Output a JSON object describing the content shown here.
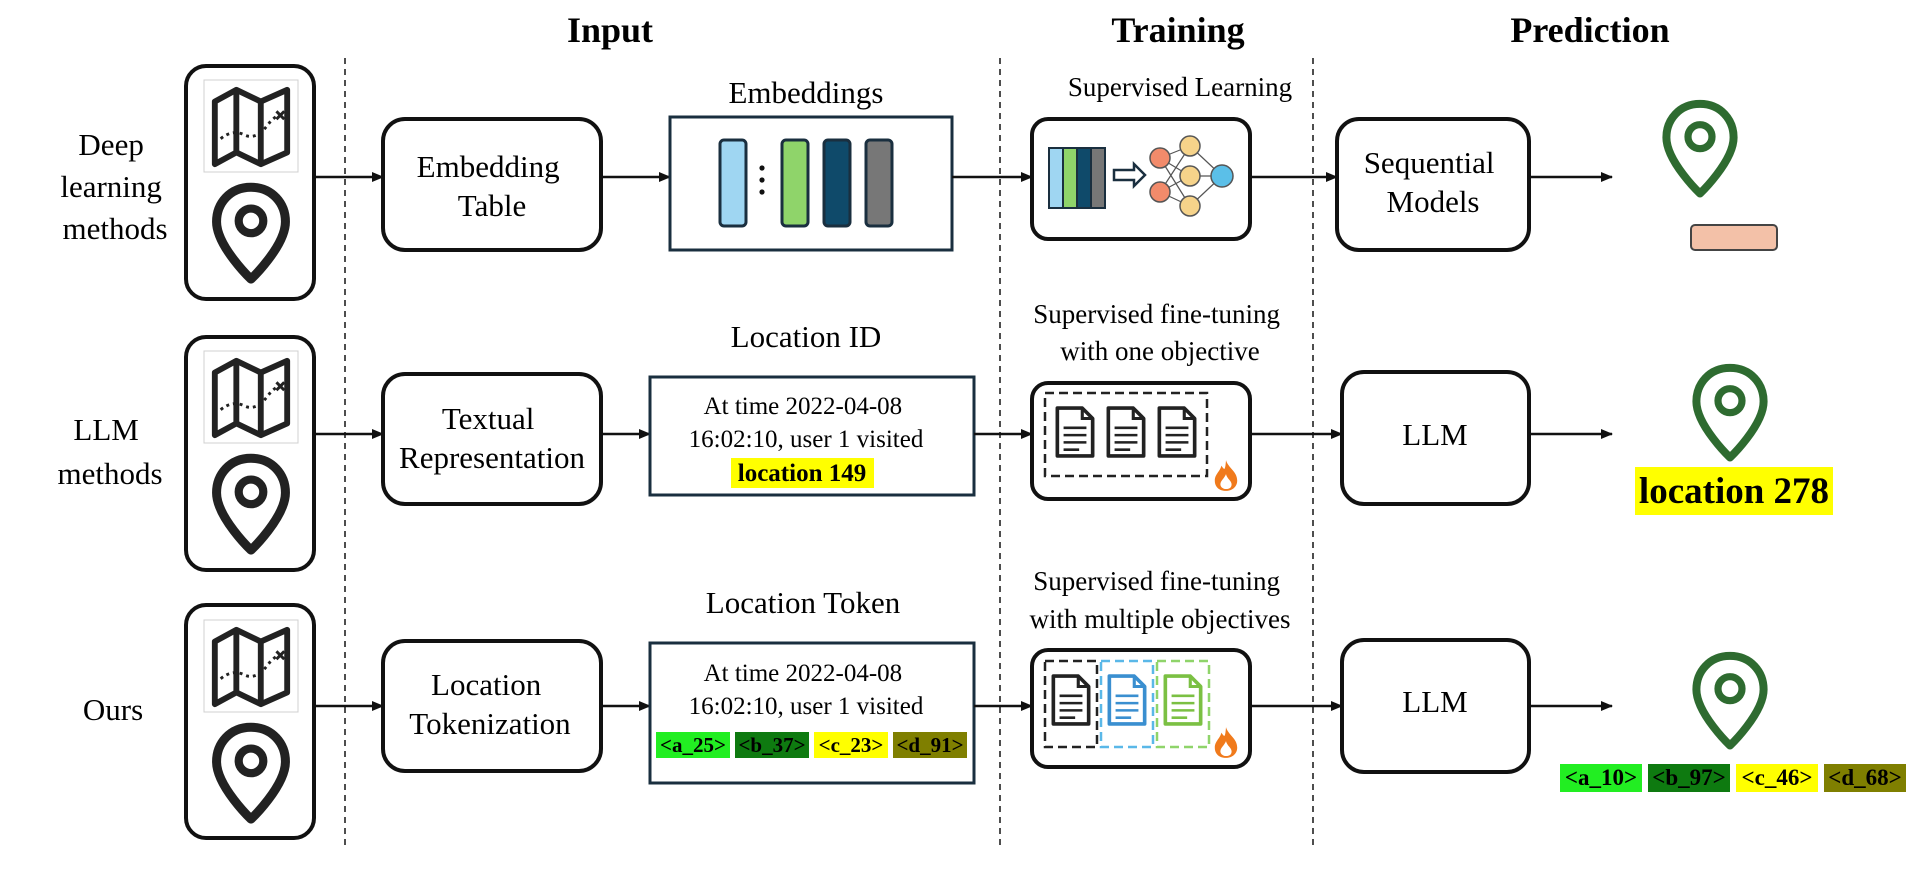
{
  "columns": {
    "input": "Input",
    "training": "Training",
    "prediction": "Prediction"
  },
  "rows": [
    {
      "label_lines": [
        "Deep",
        "learning",
        "methods"
      ],
      "step1_lines": [
        "Embedding",
        "Table"
      ],
      "data_title": "Embeddings",
      "train_title_lines": [
        "Supervised Learning"
      ],
      "model_lines": [
        "Sequential",
        "Models"
      ]
    },
    {
      "label_lines": [
        "LLM",
        "methods"
      ],
      "step1_lines": [
        "Textual",
        "Representation"
      ],
      "data_title": "Location ID",
      "data_lines": [
        "At time 2022-04-08",
        "16:02:10, user 1 visited"
      ],
      "data_highlight": "location 149",
      "train_title_lines": [
        "Supervised fine-tuning",
        "with one objective"
      ],
      "model_lines": [
        "LLM"
      ],
      "prediction_text": "location 278"
    },
    {
      "label_lines": [
        "Ours"
      ],
      "step1_lines": [
        "Location",
        "Tokenization"
      ],
      "data_title": "Location Token",
      "data_lines": [
        "At time 2022-04-08",
        "16:02:10, user 1 visited"
      ],
      "data_tokens": [
        "<a_25>",
        "<b_37>",
        "<c_23>",
        "<d_91>"
      ],
      "train_title_lines": [
        "Supervised fine-tuning",
        "with multiple objectives"
      ],
      "model_lines": [
        "LLM"
      ],
      "prediction_tokens": [
        "<a_10>",
        "<b_97>",
        "<c_46>",
        "<d_68>"
      ]
    }
  ],
  "colors": {
    "pin": "#2e6b30",
    "highlight": "#ffff00",
    "token_a": "#22ee22",
    "token_b": "#0e7a10",
    "token_c": "#ffff00",
    "token_d": "#7f7f00",
    "bar": "#f3c1a8",
    "flame": "#f07a1c"
  },
  "icons": [
    "map-icon",
    "location-pin-icon",
    "document-icon",
    "neural-network-icon",
    "fire-icon"
  ]
}
